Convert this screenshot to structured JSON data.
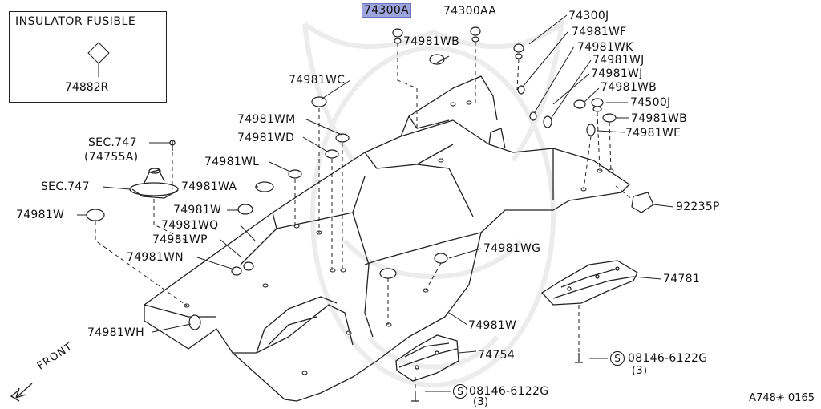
{
  "inset": {
    "title": "INSULATOR FUSIBLE",
    "code": "74882R"
  },
  "labels": {
    "p74300A": "74300A",
    "p74300AA": "74300AA",
    "p74300J": "74300J",
    "p74981WF": "74981WF",
    "p74981WB_top": "74981WB",
    "p74981WK": "74981WK",
    "p74981WJ_1": "74981WJ",
    "p74981WJ_2": "74981WJ",
    "p74981WB_mid": "74981WB",
    "p74500J": "74500J",
    "p74981WB_low": "74981WB",
    "p74981WE": "74981WE",
    "p92235P": "92235P",
    "p74981WC": "74981WC",
    "p74981WM": "74981WM",
    "p74981WD": "74981WD",
    "p74981WL": "74981WL",
    "p74981WA": "74981WA",
    "sec747_top": "SEC.747",
    "sec747_code": "(74755A)",
    "sec747": "SEC.747",
    "p74981W_left": "74981W",
    "p74981W_mid": "74981W",
    "p74981WQ": "74981WQ",
    "p74981WP": "74981WP",
    "p74981WN": "74981WN",
    "p74981WH": "74981WH",
    "p74981WG": "74981WG",
    "p74781": "74781",
    "p74981W_right": "74981W",
    "p74754": "74754",
    "bolt1_code": "08146-6122G",
    "bolt1_qty": "(3)",
    "bolt2_code": "08146-6122G",
    "bolt2_qty": "(3)",
    "s_symbol": "S"
  },
  "front": "FRONT",
  "ref": "A748✳ 0165",
  "colors": {
    "line": "#222222",
    "highlight": "#9ea4dc",
    "watermark": "#ececec"
  }
}
